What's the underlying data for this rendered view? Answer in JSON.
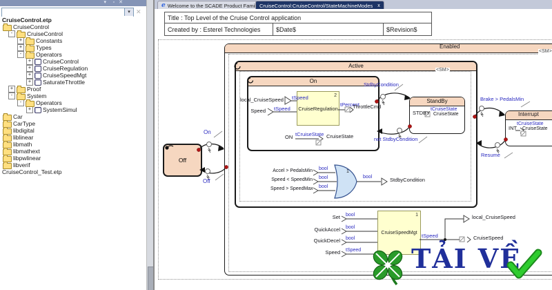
{
  "colors": {
    "peach": "#f6d7c0",
    "yellow": "#ffffcf",
    "blue": "#2a2ac0",
    "red": "#b01515",
    "orfill": "#cfe2f5",
    "orline": "#33518f",
    "navy": "#1e3566",
    "green": "#2fcc2f",
    "clover": "#2a9b2a",
    "wmblue": "#202f9a",
    "panelhead": "#8494b6"
  },
  "left_panel": {
    "header_icons": {
      "dropdown": "▾",
      "pin": "▫",
      "close": "✕"
    },
    "combo": {
      "value": "",
      "dropdown_icon": "▾",
      "clear_icon": "✕"
    },
    "tree": {
      "root_label": "CruiseControl.etp",
      "items": [
        {
          "label": "CruiseControl",
          "icon": "folder-open",
          "expander": "",
          "depth": 0
        },
        {
          "label": "CruiseControl",
          "icon": "folder",
          "expander": "-",
          "depth": 1
        },
        {
          "label": "Constants",
          "icon": "folder",
          "expander": "+",
          "depth": 2
        },
        {
          "label": "Types",
          "icon": "folder",
          "expander": "+",
          "depth": 2
        },
        {
          "label": "Operators",
          "icon": "folder-open",
          "expander": "-",
          "depth": 2
        },
        {
          "label": "CruiseControl",
          "icon": "operator",
          "expander": "+",
          "depth": 3
        },
        {
          "label": "CruiseRegulation",
          "icon": "operator",
          "expander": "+",
          "depth": 3
        },
        {
          "label": "CruiseSpeedMgt",
          "icon": "operator",
          "expander": "+",
          "depth": 3
        },
        {
          "label": "SaturateThrottle",
          "icon": "operator",
          "expander": "+",
          "depth": 3
        },
        {
          "label": "Proof",
          "icon": "folder",
          "expander": "+",
          "depth": 1
        },
        {
          "label": "System",
          "icon": "folder",
          "expander": "-",
          "depth": 1
        },
        {
          "label": "Operators",
          "icon": "folder-open",
          "expander": "-",
          "depth": 2
        },
        {
          "label": "SystemSimul",
          "icon": "operator",
          "expander": "+",
          "depth": 3
        },
        {
          "label": "Car",
          "icon": "folder",
          "expander": "",
          "depth": 0
        },
        {
          "label": "CarType",
          "icon": "folder",
          "expander": "",
          "depth": 0
        },
        {
          "label": "libdigital",
          "icon": "folder",
          "expander": "",
          "depth": 0
        },
        {
          "label": "liblinear",
          "icon": "folder",
          "expander": "",
          "depth": 0
        },
        {
          "label": "libmath",
          "icon": "folder",
          "expander": "",
          "depth": 0
        },
        {
          "label": "libmathext",
          "icon": "folder",
          "expander": "",
          "depth": 0
        },
        {
          "label": "libpwlinear",
          "icon": "folder",
          "expander": "",
          "depth": 0
        },
        {
          "label": "libverif",
          "icon": "folder",
          "expander": "",
          "depth": 0
        },
        {
          "label": "CruiseControl_Test.etp",
          "icon": "none",
          "expander": "",
          "depth": 0
        }
      ]
    }
  },
  "tabs": {
    "welcome": "Welcome to the SCADE Product Family",
    "welcome_icon": "e",
    "model": "CruiseControl:CruiseControl/StateMachineModes",
    "close_icon": "x"
  },
  "title_block": {
    "title": "Title : Top Level of the Cruise Control application",
    "created_by": "Created by : Esterel Technologies",
    "date": "$Date$",
    "revision": "$Revision$"
  },
  "diagram": {
    "enabled": {
      "label": "Enabled",
      "tag": "<SM>"
    },
    "active": {
      "label": "Active",
      "tag": "<SM>"
    },
    "on_state": {
      "label": "On",
      "op_label": "CruiseRegulation",
      "op_index": "2",
      "in1_name": "local_CruiseSpeed",
      "in1_type": "tSpeed",
      "in2_name": "Speed",
      "in2_type": "tSpeed",
      "out_type": "tPercent",
      "out_name": "ThrottleCmd",
      "emit_name": "ON",
      "emit_type": "tCruiseState",
      "emit_target": "CruiseState"
    },
    "standby_state": {
      "label": "StandBy",
      "emit_name": "STDBY",
      "emit_type": "tCruiseState",
      "emit_target": "CruiseState"
    },
    "interrupt_state": {
      "label": "Interrupt",
      "emit_name": "INT",
      "emit_type": "tCruiseState",
      "emit_target": "CruiseState"
    },
    "off_state": {
      "label": "Off"
    },
    "transitions": {
      "on": "On",
      "off": "Off",
      "stdby": "StdbyCondition",
      "not_stdby": "not StdbyCondition",
      "brake": "Brake > PedalsMin",
      "resume": "Resume"
    },
    "or_block": {
      "index": "1",
      "in1_name": "Accel > PedalsMin",
      "in1_type": "bool",
      "in2_name": "Speed < SpeedMin",
      "in2_type": "bool",
      "in3_name": "Speed > SpeedMax",
      "in3_type": "bool",
      "out_type": "bool",
      "out_name": "StdbyCondition"
    },
    "speed_block": {
      "label": "CruiseSpeedMgt",
      "index": "1",
      "in1_name": "Set",
      "in1_type": "bool",
      "in2_name": "QuickAccel",
      "in2_type": "bool",
      "in3_name": "QuickDecel",
      "in3_type": "bool",
      "in4_name": "Speed",
      "in4_type": "tSpeed",
      "out_type": "tSpeed",
      "out1_name": "local_CruiseSpeed",
      "out2_name": "CruiseSpeed"
    }
  },
  "watermark": {
    "text": "TẢI VỀ"
  }
}
